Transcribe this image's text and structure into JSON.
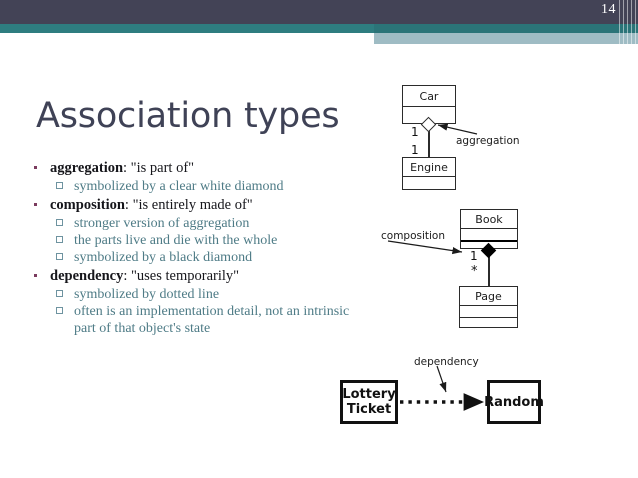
{
  "slide": {
    "page_number": "14",
    "title": "Association types",
    "colors": {
      "header_dark": "#434356",
      "header_teal": "#2e7d80",
      "header_light": "#9fbcc4",
      "title_text": "#3f4256",
      "level1_text": "#16161b",
      "level2_text": "#4e7b86",
      "bullet_marker": "#7b3b5e"
    }
  },
  "content": {
    "bullets": [
      {
        "term": "aggregation",
        "rest": ": \"is part of\"",
        "sub": [
          "symbolized by a clear white diamond"
        ]
      },
      {
        "term": "composition",
        "rest": ": \"is entirely made of\"",
        "sub": [
          "stronger version of aggregation",
          "the parts live and die with the whole",
          "symbolized by a black diamond"
        ]
      },
      {
        "term": "dependency",
        "rest": ": \"uses temporarily\"",
        "sub": [
          "symbolized by dotted line",
          "often is an implementation detail, not an intrinsic part of that object's state"
        ]
      }
    ]
  },
  "diagrams": {
    "aggregation": {
      "classes": [
        {
          "name": "Car"
        },
        {
          "name": "Engine"
        }
      ],
      "multiplicity_top": "1",
      "multiplicity_bottom": "1",
      "annotation": "aggregation",
      "diamond": "open-white"
    },
    "composition": {
      "classes": [
        {
          "name": "Book"
        },
        {
          "name": "Page"
        }
      ],
      "multiplicity_top": "1",
      "multiplicity_bottom": "*",
      "annotation": "composition",
      "diamond": "filled-black"
    },
    "dependency": {
      "classes": [
        {
          "name": "Lottery\nTicket",
          "line1": "Lottery",
          "line2": "Ticket"
        },
        {
          "name": "Random",
          "line1": "Random",
          "line2": ""
        }
      ],
      "annotation": "dependency",
      "line_style": "dotted"
    }
  }
}
